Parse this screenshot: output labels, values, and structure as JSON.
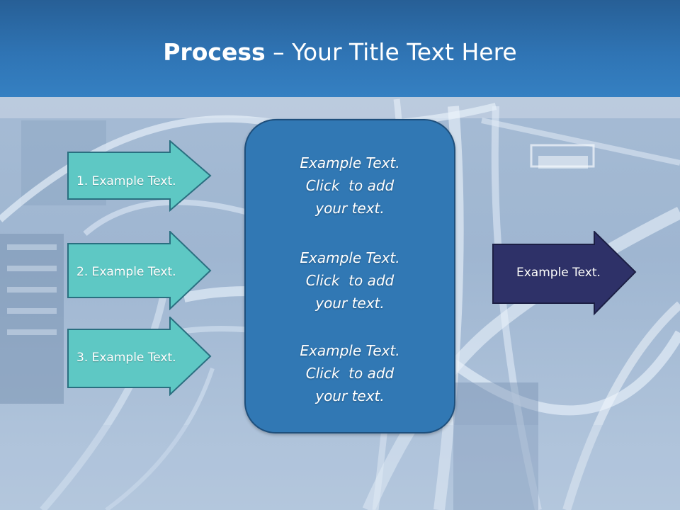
{
  "slide": {
    "title_bold": "Process",
    "title_rest": " – Your Title Text Here",
    "input_arrows": [
      {
        "label": "1. Example Text."
      },
      {
        "label": "2. Example Text."
      },
      {
        "label": "3. Example Text."
      }
    ],
    "center_blocks": [
      {
        "line1": "Example Text.",
        "line2": "Click  to add",
        "line3": "your text."
      },
      {
        "line1": "Example Text.",
        "line2": "Click  to add",
        "line3": "your text."
      },
      {
        "line1": "Example Text.",
        "line2": "Click  to add",
        "line3": "your text."
      }
    ],
    "output_arrow": {
      "label": "Example Text."
    }
  },
  "colors": {
    "header": "#2f74b4",
    "input_arrow_fill": "#5ec8c4",
    "input_arrow_border": "#2a6f80",
    "center_box_fill": "#3178b4",
    "output_arrow_fill": "#2e3168",
    "text": "#ffffff"
  }
}
